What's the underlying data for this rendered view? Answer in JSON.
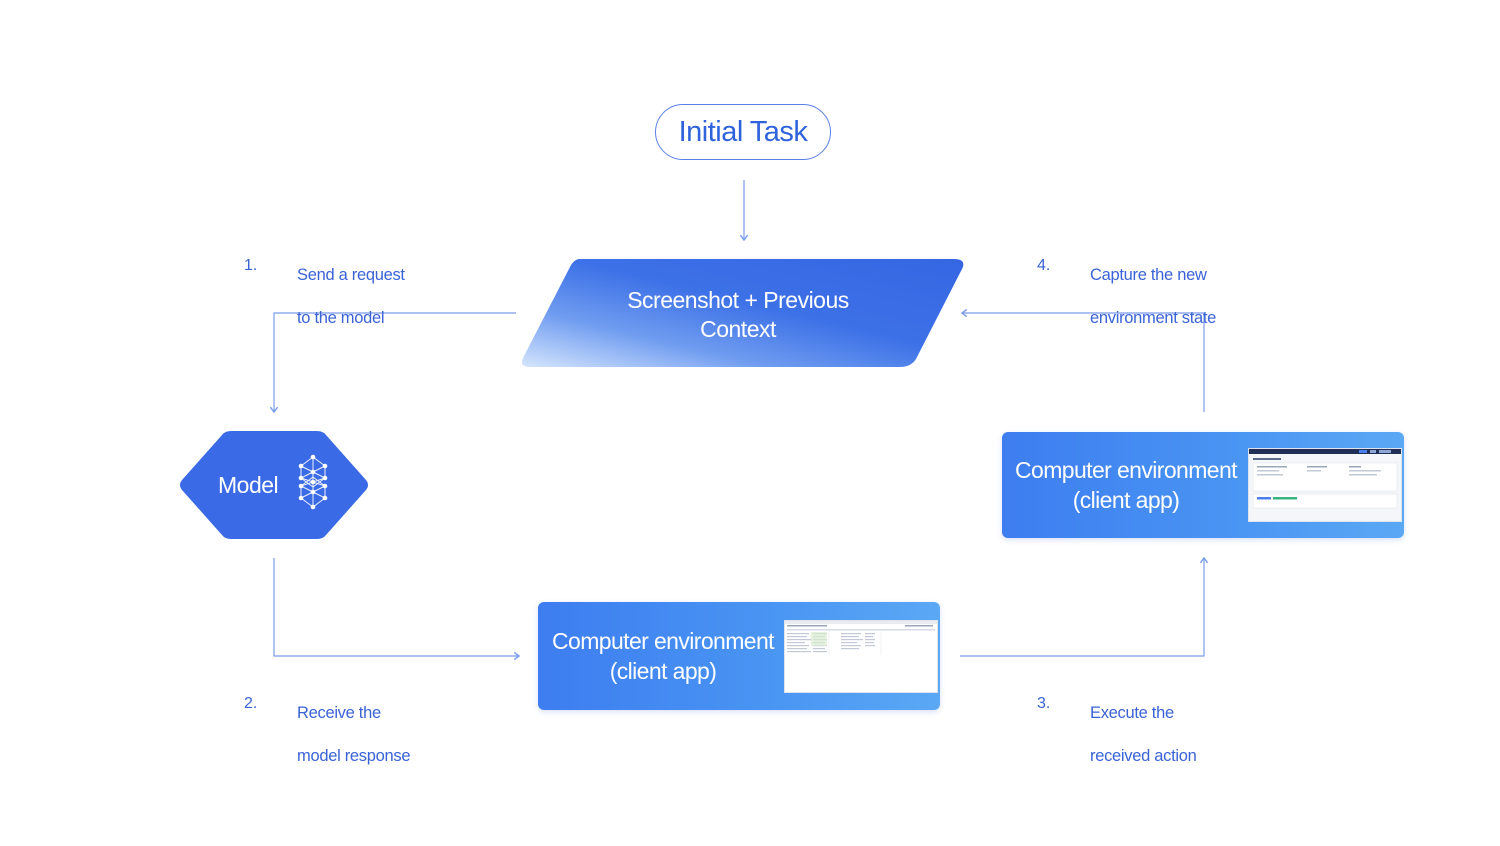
{
  "initial_task": {
    "label": "Initial Task"
  },
  "context": {
    "line1": "Screenshot + Previous",
    "line2": "Context"
  },
  "model": {
    "label": "Model"
  },
  "env_right": {
    "line1": "Computer environment",
    "line2": "(client app)"
  },
  "env_bottom": {
    "line1": "Computer environment",
    "line2": "(client app)"
  },
  "steps": [
    {
      "number": "1.",
      "line1": "Send a request",
      "line2": "to the model"
    },
    {
      "number": "2.",
      "line1": "Receive the",
      "line2": "model response"
    },
    {
      "number": "3.",
      "line1": "Execute the",
      "line2": "received action"
    },
    {
      "number": "4.",
      "line1": "Capture the new",
      "line2": "environment state"
    }
  ],
  "colors": {
    "primary_blue": "#3a6ae6",
    "light_blue": "#cfe0fb",
    "text_blue": "#3a63d6",
    "line_blue": "#7b9ce9"
  }
}
